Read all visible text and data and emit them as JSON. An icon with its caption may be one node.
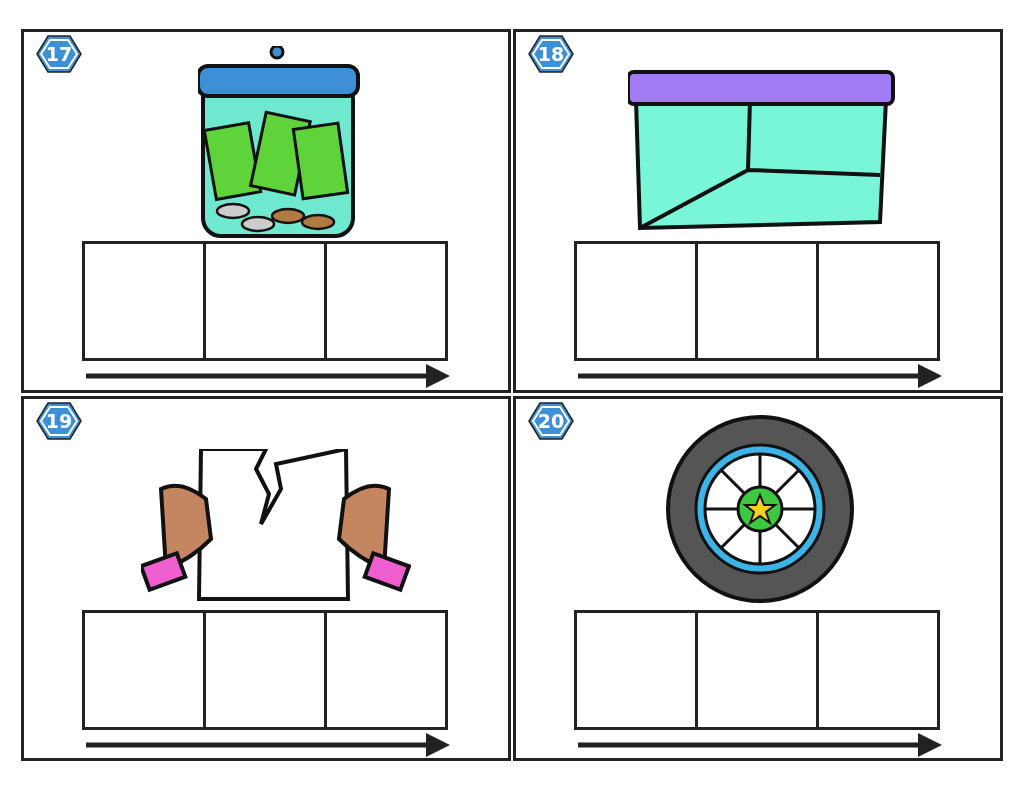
{
  "diagram": {
    "nodes": [
      {
        "text": [],
        "shape": "box"
      },
      {
        "text": [
          "17"
        ],
        "in": 0
      },
      {
        "text": [],
        "shape": "box",
        "in": 0
      },
      {
        "text": [],
        "shape": "box",
        "in": 0
      },
      {
        "text": [],
        "shape": "box",
        "in": 0
      },
      {
        "text": [],
        "shape": "box"
      },
      {
        "text": [
          "18"
        ],
        "in": 5
      },
      {
        "text": [],
        "shape": "box",
        "in": 5
      },
      {
        "text": [],
        "shape": "box",
        "in": 5
      },
      {
        "text": [],
        "shape": "box",
        "in": 5
      },
      {
        "text": [],
        "shape": "box"
      },
      {
        "text": [
          "19"
        ],
        "in": 10
      },
      {
        "text": [],
        "shape": "box",
        "in": 10
      },
      {
        "text": [],
        "shape": "box",
        "in": 10
      },
      {
        "text": [],
        "shape": "box",
        "in": 10
      },
      {
        "text": [],
        "shape": "box"
      },
      {
        "text": [
          "20"
        ],
        "in": 15
      },
      {
        "text": [],
        "shape": "box",
        "in": 15
      },
      {
        "text": [],
        "shape": "box",
        "in": 15
      },
      {
        "text": [],
        "shape": "box",
        "in": 15
      }
    ]
  }
}
